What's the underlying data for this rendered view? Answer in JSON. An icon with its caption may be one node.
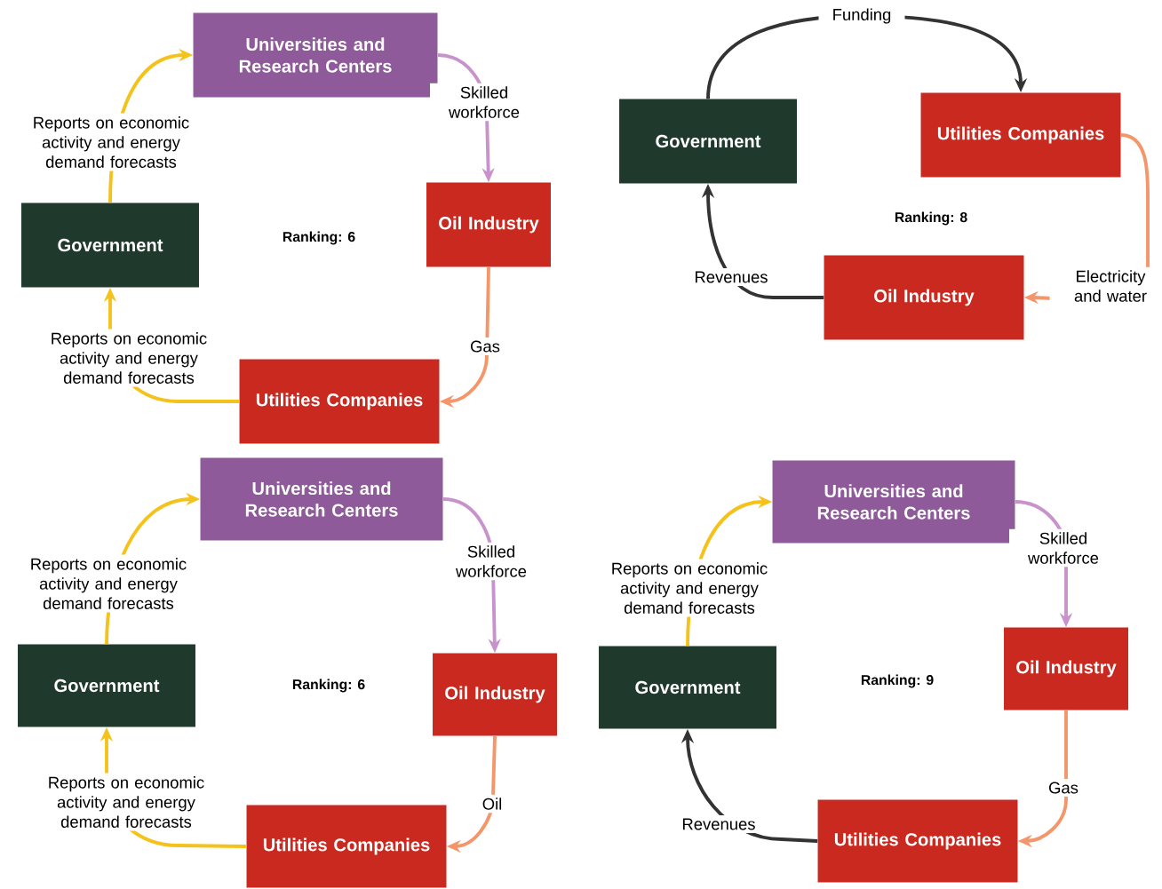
{
  "diagram": {
    "nodes": [
      {
        "text": [
          "Universities and Research Centers"
        ]
      },
      {
        "text": [
          "Oil Industry"
        ]
      },
      {
        "text": [
          "Utilities Companies"
        ]
      },
      {
        "text": [
          "Government"
        ]
      },
      {
        "text": [
          "Government"
        ]
      },
      {
        "text": [
          "Utilities Companies"
        ]
      },
      {
        "text": [
          "Oil Industry"
        ]
      },
      {
        "text": [
          "Universities and Research Centers"
        ]
      },
      {
        "text": [
          "Oil Industry"
        ]
      },
      {
        "text": [
          "Utilities Companies"
        ]
      },
      {
        "text": [
          "Government"
        ]
      },
      {
        "text": [
          "Universities and Research Centers"
        ]
      },
      {
        "text": [
          "Oil Industry"
        ]
      },
      {
        "text": [
          "Utilities Companies"
        ]
      },
      {
        "text": [
          "Government"
        ]
      }
    ],
    "edges": [
      {
        "from": 3,
        "to": 0,
        "arrow": "to",
        "label": "Reports on economic activity and energy demand forecasts",
        "color": "#f5c21b"
      },
      {
        "from": 0,
        "to": 1,
        "arrow": "to",
        "label": "Skilled workforce",
        "color": "#c892cc"
      },
      {
        "from": 1,
        "to": 2,
        "arrow": "to",
        "label": "Gas",
        "color": "#f4956a"
      },
      {
        "from": 2,
        "to": 3,
        "arrow": "to",
        "label": "Reports on economic activity and energy demand forecasts",
        "color": "#f5c21b"
      },
      {
        "from": 4,
        "to": 5,
        "arrow": "to",
        "label": "Funding",
        "color": "#333333"
      },
      {
        "from": 5,
        "to": 6,
        "arrow": "to",
        "label": "Electricity and water",
        "color": "#f4956a"
      },
      {
        "from": 6,
        "to": 4,
        "arrow": "to",
        "label": "Revenues",
        "color": "#333333"
      },
      {
        "from": 10,
        "to": 7,
        "arrow": "to",
        "label": "Reports on economic activity and energy demand forecasts",
        "color": "#f5c21b"
      },
      {
        "from": 7,
        "to": 8,
        "arrow": "to",
        "label": "Skilled workforce",
        "color": "#c892cc"
      },
      {
        "from": 8,
        "to": 9,
        "arrow": "to",
        "label": "Oil",
        "color": "#f4956a"
      },
      {
        "from": 9,
        "to": 10,
        "arrow": "to",
        "label": "Reports on economic activity and energy demand forecasts",
        "color": "#f5c21b"
      },
      {
        "from": 14,
        "to": 11,
        "arrow": "to",
        "label": "Reports on economic activity and energy demand forecasts",
        "color": "#f5c21b"
      },
      {
        "from": 11,
        "to": 12,
        "arrow": "to",
        "label": "Skilled workforce",
        "color": "#c892cc"
      },
      {
        "from": 12,
        "to": 13,
        "arrow": "to",
        "label": "Gas",
        "color": "#f4956a"
      },
      {
        "from": 13,
        "to": 14,
        "arrow": "to",
        "label": "Revenues",
        "color": "#333333"
      }
    ],
    "labels": [
      "Ranking: 6",
      "Ranking: 8",
      "Ranking: 6",
      "Ranking: 9"
    ]
  }
}
